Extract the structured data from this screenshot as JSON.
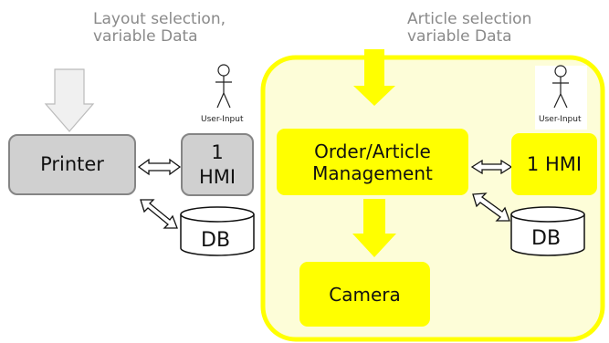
{
  "left_caption": [
    "Layout selection,",
    "variable Data"
  ],
  "right_caption": [
    "Article selection",
    "variable Data"
  ],
  "nodes": {
    "printer": "Printer",
    "hmi_left": [
      "1",
      "HMI"
    ],
    "db_left": "DB",
    "order_mgmt": [
      "Order/Article",
      "Management"
    ],
    "hmi_right": "1 HMI",
    "db_right": "DB",
    "camera": "Camera"
  },
  "user_input_left": "User-Input",
  "user_input_right": "User-Input",
  "colors": {
    "gray_fill": "#d0d0d0",
    "gray_border": "#858585",
    "yellow": "#ffff00",
    "pale_yellow": "#fdfdd8",
    "arrow_gray": "#f0f0f0"
  }
}
